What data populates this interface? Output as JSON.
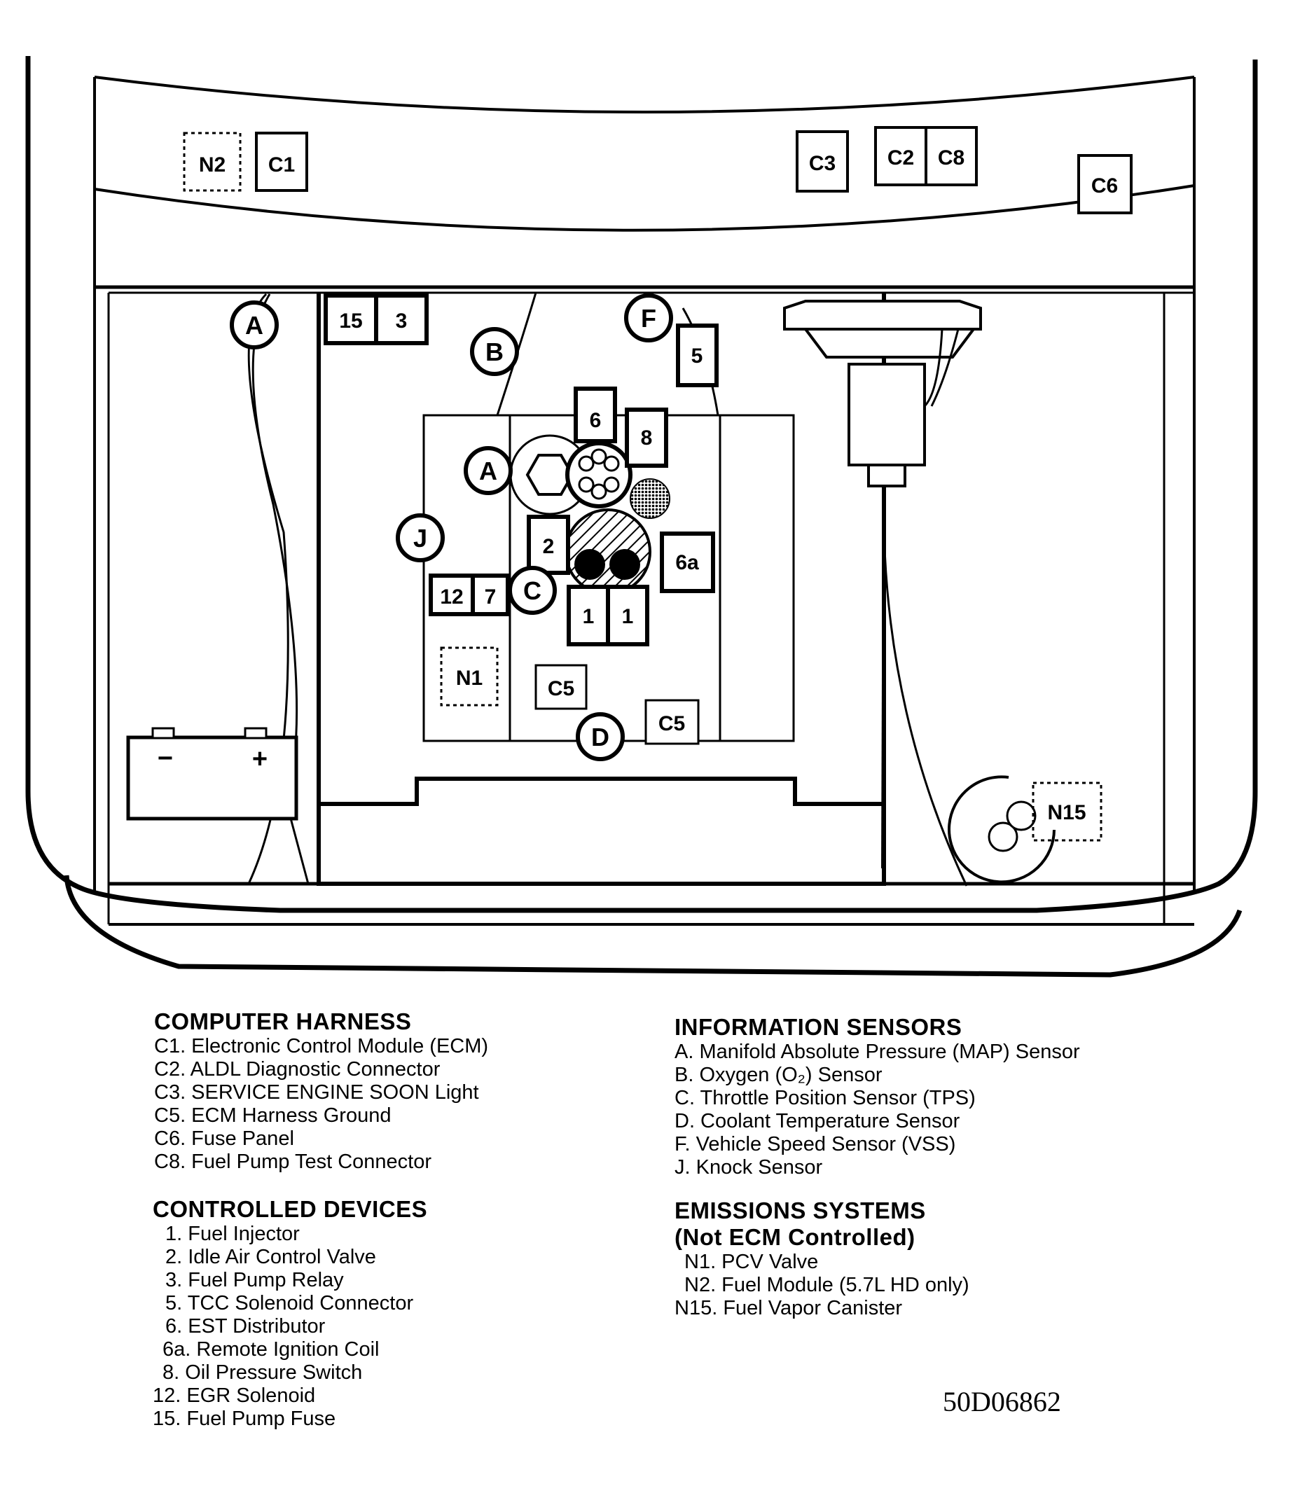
{
  "diagram": {
    "connectors": {
      "n2": "N2",
      "c1": "C1",
      "c3": "C3",
      "c2": "C2",
      "c8": "C8",
      "c6": "C6",
      "d15": "15",
      "d3": "3",
      "d5": "5",
      "d6": "6",
      "d8": "8",
      "d2": "2",
      "d6a": "6a",
      "d12": "12",
      "d7": "7",
      "d1a": "1",
      "d1b": "1",
      "n1": "N1",
      "c5a": "C5",
      "c5b": "C5",
      "n15": "N15"
    },
    "sensors": {
      "a1": "A",
      "a2": "A",
      "b": "B",
      "c": "C",
      "d": "D",
      "f": "F",
      "j": "J"
    },
    "battery": {
      "minus": "−",
      "plus": "+"
    }
  },
  "legend": {
    "computer_harness": {
      "heading": "COMPUTER HARNESS",
      "items": [
        "C1. Electronic Control Module (ECM)",
        "C2. ALDL Diagnostic Connector",
        "C3. SERVICE ENGINE SOON Light",
        "C5. ECM Harness Ground",
        "C6. Fuse Panel",
        "C8. Fuel Pump Test Connector"
      ]
    },
    "controlled_devices": {
      "heading": "CONTROLLED DEVICES",
      "items": [
        "1. Fuel Injector",
        "2. Idle Air Control Valve",
        "3. Fuel Pump Relay",
        "5. TCC Solenoid Connector",
        "6. EST Distributor",
        "6a. Remote Ignition Coil",
        "8. Oil Pressure Switch",
        "12. EGR Solenoid",
        "15. Fuel Pump Fuse"
      ]
    },
    "information_sensors": {
      "heading": "INFORMATION SENSORS",
      "items": [
        "A. Manifold Absolute Pressure (MAP) Sensor",
        "B. Oxygen (O₂) Sensor",
        "C. Throttle Position Sensor (TPS)",
        "D. Coolant Temperature Sensor",
        "F. Vehicle Speed Sensor (VSS)",
        "J. Knock Sensor"
      ]
    },
    "emissions_systems": {
      "heading": "EMISSIONS SYSTEMS",
      "subheading": "(Not ECM Controlled)",
      "items": [
        "N1. PCV Valve",
        "N2. Fuel Module (5.7L HD only)",
        "N15. Fuel Vapor Canister"
      ]
    }
  },
  "reference_number": "50D06862"
}
